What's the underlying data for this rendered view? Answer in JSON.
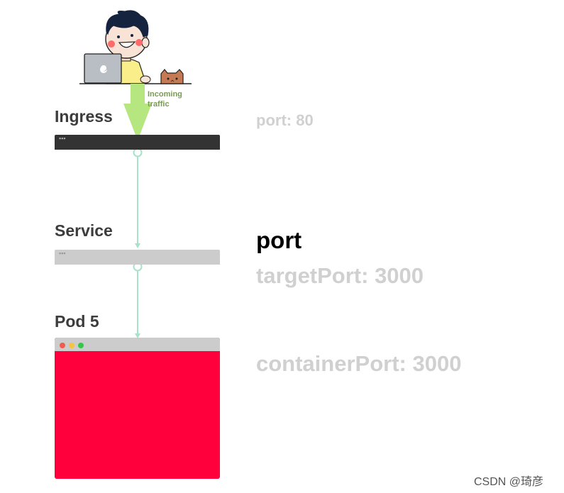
{
  "layers": {
    "ingress": {
      "title": "Ingress"
    },
    "service": {
      "title": "Service"
    },
    "pod": {
      "title": "Pod 5"
    }
  },
  "ports": {
    "port80": "port: 80",
    "port": "port",
    "target": "targetPort: 3000",
    "container": "containerPort: 3000"
  },
  "traffic": {
    "line1": "Incoming",
    "line2": "traffic"
  },
  "watermark": "CSDN @琦彦",
  "colors": {
    "ingress_bar": "#333333",
    "service_bar": "#cccccc",
    "pod_body": "#ff003c",
    "connector": "#a6e3c8",
    "arrow": "#b5e67f",
    "label_muted": "#d0d0d0",
    "label_active": "#000000"
  },
  "icons": [
    "developer-illustration",
    "laptop-icon",
    "cat-icon",
    "incoming-arrow-icon"
  ]
}
